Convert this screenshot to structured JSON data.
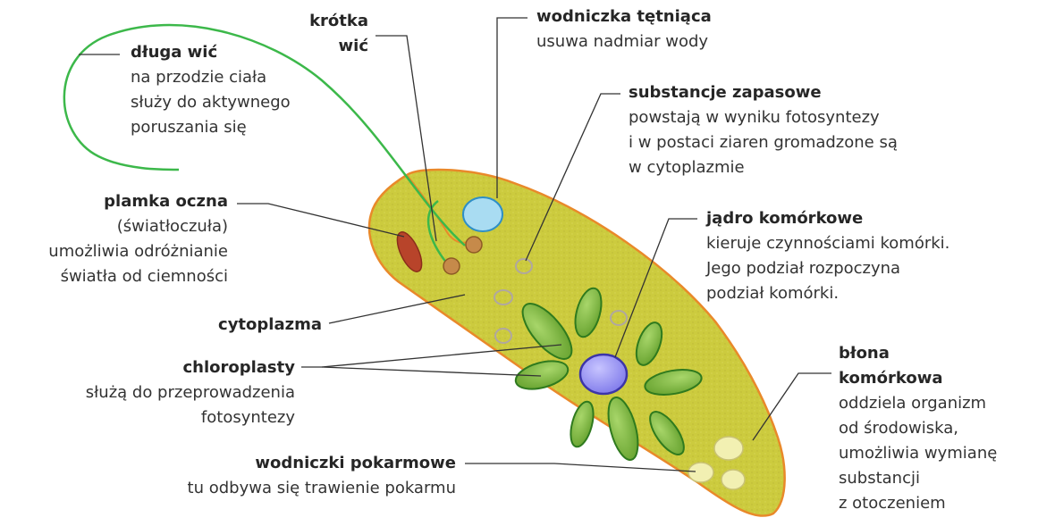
{
  "labels": {
    "dluga_wic": {
      "title": "długa wić",
      "desc": [
        "na przodzie ciała",
        "służy do aktywnego",
        "poruszania się"
      ]
    },
    "krotka_wic": {
      "title": [
        "krótka",
        "wić"
      ]
    },
    "wodniczka_tetniaca": {
      "title": "wodniczka tętniąca",
      "desc": [
        "usuwa nadmiar wody"
      ]
    },
    "substancje_zapasowe": {
      "title": "substancje zapasowe",
      "desc": [
        "powstają w wyniku fotosyntezy",
        "i w postaci ziaren gromadzone są",
        "w cytoplazmie"
      ]
    },
    "plamka_oczna": {
      "title": "plamka oczna",
      "desc": [
        "(światłoczuła)",
        "umożliwia odróżnianie",
        "światła od ciemności"
      ]
    },
    "jadro": {
      "title": "jądro komórkowe",
      "desc": [
        "kieruje czynnościami komórki.",
        "Jego podział rozpoczyna",
        "podział komórki."
      ]
    },
    "cytoplazma": {
      "title": "cytoplazma"
    },
    "chloroplasty": {
      "title": "chloroplasty",
      "desc": [
        "służą do przeprowadzenia",
        "fotosyntezy"
      ]
    },
    "blona": {
      "title": [
        "błona",
        "komórkowa"
      ],
      "desc": [
        "oddziela organizm",
        "od środowiska,",
        "umożliwia wymianę",
        "substancji",
        "z otoczeniem"
      ]
    },
    "wodniczki_pokarmowe": {
      "title": "wodniczki pokarmowe",
      "desc": [
        "tu odbywa się trawienie pokarmu"
      ]
    }
  },
  "colors": {
    "cell_fill": "#c9c93a",
    "cell_border": "#e9892a",
    "chloroplast_fill": "#7bb33a",
    "chloroplast_border": "#2f7a1e",
    "nucleus_fill": "#8f8cf0",
    "nucleus_border": "#3c35a8",
    "contractile_vacuole": "#a9dcf2",
    "eyespot": "#b8442a",
    "flagellum": "#3cb84a",
    "food_vacuole": "#f2f0b2",
    "leader_line": "#333333"
  }
}
